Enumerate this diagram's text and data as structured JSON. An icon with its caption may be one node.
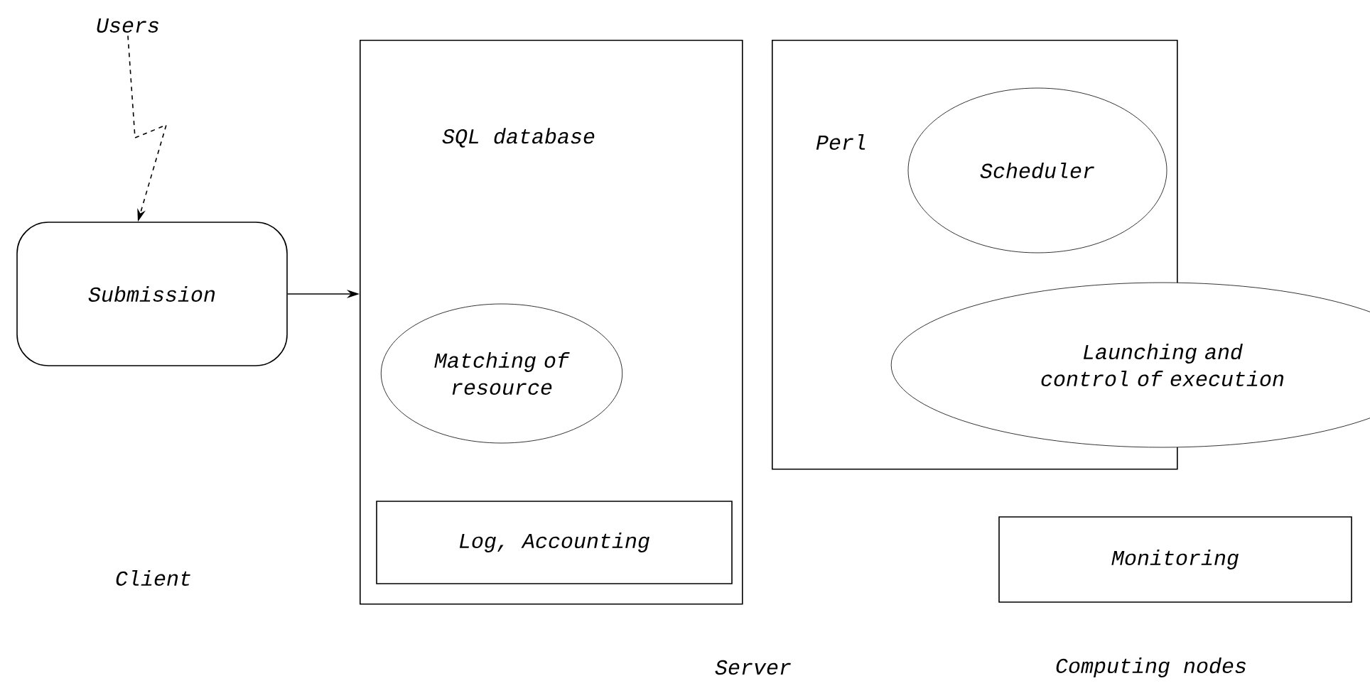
{
  "diagram": {
    "nodes": [
      {
        "text": [
          "Users"
        ]
      },
      {
        "text": [
          "Submission"
        ]
      },
      {
        "text": [
          "SQL database"
        ]
      },
      {
        "text": [
          "Matching of resource"
        ],
        "in": 2
      },
      {
        "text": [
          "Log, Accounting"
        ],
        "in": 2
      },
      {
        "text": [
          "Perl"
        ]
      },
      {
        "text": [
          "Scheduler"
        ],
        "in": 5
      },
      {
        "text": [
          "Launching and control of execution"
        ]
      },
      {
        "text": [
          "Monitoring"
        ]
      }
    ],
    "edges": [
      {
        "from": 0,
        "to": 1,
        "arrow": "to",
        "style": "dashed"
      },
      {
        "from": 1,
        "to": 2,
        "arrow": "to"
      }
    ],
    "labels": [
      "Client",
      "Server",
      "Computing nodes"
    ]
  }
}
